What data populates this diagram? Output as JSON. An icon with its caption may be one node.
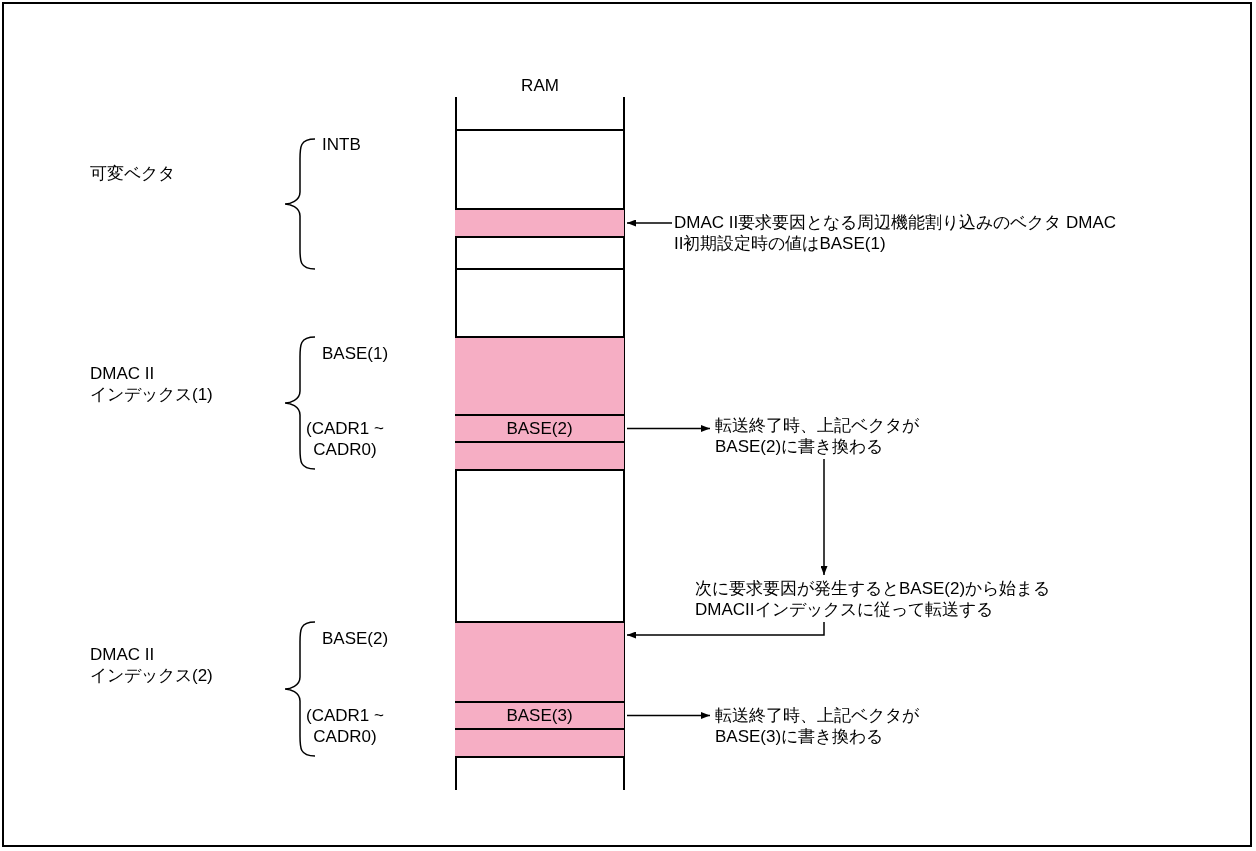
{
  "diagram": {
    "nodes": [
      {
        "text": [
          "RAM"
        ]
      },
      {
        "text": [],
        "shape": "box",
        "in": 0
      },
      {
        "text": [],
        "shape": "box",
        "in": 0
      },
      {
        "text": [
          "BASE(2)"
        ],
        "in": 0
      },
      {
        "text": [],
        "shape": "box",
        "in": 0
      },
      {
        "text": [],
        "shape": "box",
        "in": 0
      },
      {
        "text": [
          "BASE(3)"
        ],
        "in": 0
      },
      {
        "text": [],
        "shape": "box",
        "in": 0
      },
      {
        "text": [
          "DMAC II要求要因となる周辺機能割り込みのベクタ DMAC II初期設定時の値はBASE(1)"
        ]
      },
      {
        "text": [
          "転送終了時、上記ベクタが BASE(2)に書き換わる"
        ]
      },
      {
        "text": [
          "次に要求要因が発生するとBASE(2)から始まる DMACIIインデックスに従って転送する"
        ]
      },
      {
        "text": [
          "転送終了時、上記ベクタが BASE(3)に書き換わる"
        ]
      }
    ],
    "edges": [
      {
        "from": 8,
        "to": 1,
        "arrow": "to"
      },
      {
        "from": 3,
        "to": 9,
        "arrow": "to"
      },
      {
        "from": 9,
        "to": 10,
        "arrow": "to"
      },
      {
        "from": 10,
        "to": 5,
        "arrow": "to"
      },
      {
        "from": 6,
        "to": 11,
        "arrow": "to"
      }
    ],
    "labels": [
      "可変ベクタ",
      "INTB",
      "DMAC II インデックス(1)",
      "BASE(1)",
      "(CADR1 ~ CADR0)",
      "DMAC II インデックス(2)",
      "BASE(2)",
      "(CADR1 ~ CADR0)"
    ]
  }
}
